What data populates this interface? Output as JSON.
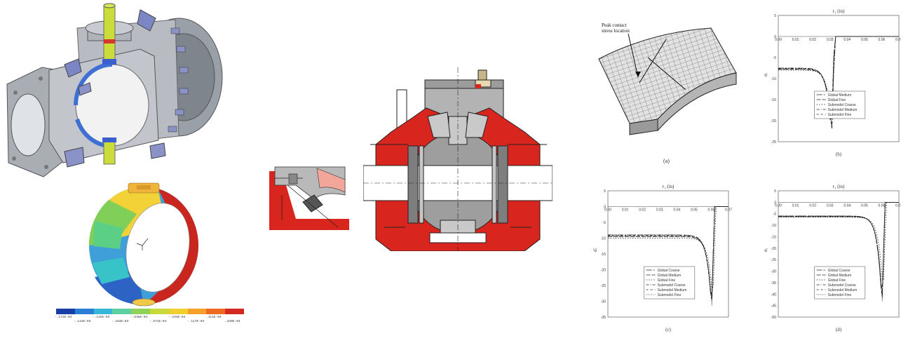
{
  "fea": {
    "scale_values": [
      "-.171E-03",
      "-.144E-03",
      "-.115E-03",
      "-.183E-03",
      "-.548E-04",
      "-.571E-04",
      "-.194E-04",
      "-.117E-04",
      ".111E-04",
      ".230E-04"
    ],
    "scale_colors": [
      "#1a3ea8",
      "#2a7fd4",
      "#36b7d8",
      "#5ecfa0",
      "#8fd25a",
      "#c9d83a",
      "#f0d030",
      "#f5a028",
      "#ee6a22",
      "#d22a20"
    ]
  },
  "mesh_panel": {
    "annotation": "Peak contact\nstress location",
    "caption": "(a)"
  },
  "plots": [
    {
      "id": "b",
      "title": "r₁ (in)",
      "caption": "(b)",
      "xticks": [
        "0.00",
        "0.01",
        "0.02",
        "0.03",
        "0.04",
        "0.05",
        "0.06",
        "0.07"
      ],
      "yticks": [
        "5",
        "0",
        "-5",
        "-10",
        "-15",
        "-20",
        "-25"
      ],
      "ylabel": "σ̄ᵣ",
      "legend": [
        "Global Medium",
        "Global Fine",
        "Submodel Coarse",
        "Submodel Medium",
        "Submodel Fine"
      ]
    },
    {
      "id": "c",
      "title": "r₁ (in)",
      "caption": "(c)",
      "xticks": [
        "0.00",
        "0.01",
        "0.02",
        "0.03",
        "0.04",
        "0.05",
        "0.06",
        "0.07"
      ],
      "yticks": [
        "5",
        "0",
        "-5",
        "-10",
        "-15",
        "-20",
        "-25",
        "-30",
        "-35"
      ],
      "ylabel": "σ̄ᵣ",
      "legend": [
        "Global Coarse",
        "Global Medium",
        "Global Fine",
        "Submodel Coarse",
        "Submodel Medium",
        "Submodel Fine"
      ]
    },
    {
      "id": "d",
      "title": "r₁ (in)",
      "caption": "(d)",
      "xticks": [
        "0.00",
        "0.01",
        "0.02",
        "0.03",
        "0.04",
        "0.05",
        "0.06",
        "0.07"
      ],
      "yticks": [
        "5",
        "0",
        "-5",
        "-10",
        "-15",
        "-20",
        "-25",
        "-30",
        "-35",
        "-40",
        "-45",
        "-50"
      ],
      "ylabel": "σ̄ᵣ",
      "legend": [
        "Global Coarse",
        "Global Medium",
        "Global Fine",
        "Submodel Coarse",
        "Submodel Medium",
        "Submodel Fine"
      ]
    }
  ]
}
